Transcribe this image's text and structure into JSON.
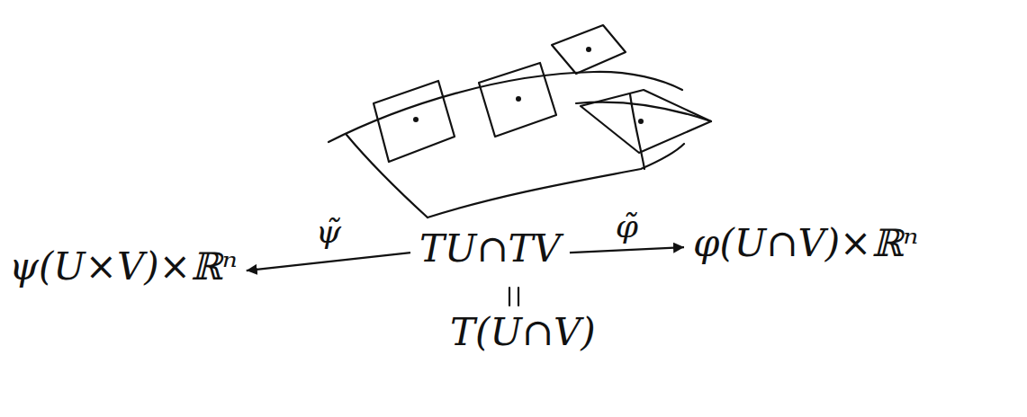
{
  "diagram": {
    "nodes": [
      {
        "text": [
          "TU∩TV"
        ]
      },
      {
        "text": [
          "φ(U∩V)×ℝⁿ"
        ]
      },
      {
        "text": [
          "ψ(U×V)×ℝⁿ"
        ]
      }
    ],
    "edges": [
      {
        "from": 0,
        "to": 2,
        "arrow": "to",
        "label": "ψ̃"
      },
      {
        "from": 0,
        "to": 1,
        "arrow": "to",
        "label": "φ̃"
      }
    ],
    "labels": [
      "T(U∩V)"
    ]
  }
}
